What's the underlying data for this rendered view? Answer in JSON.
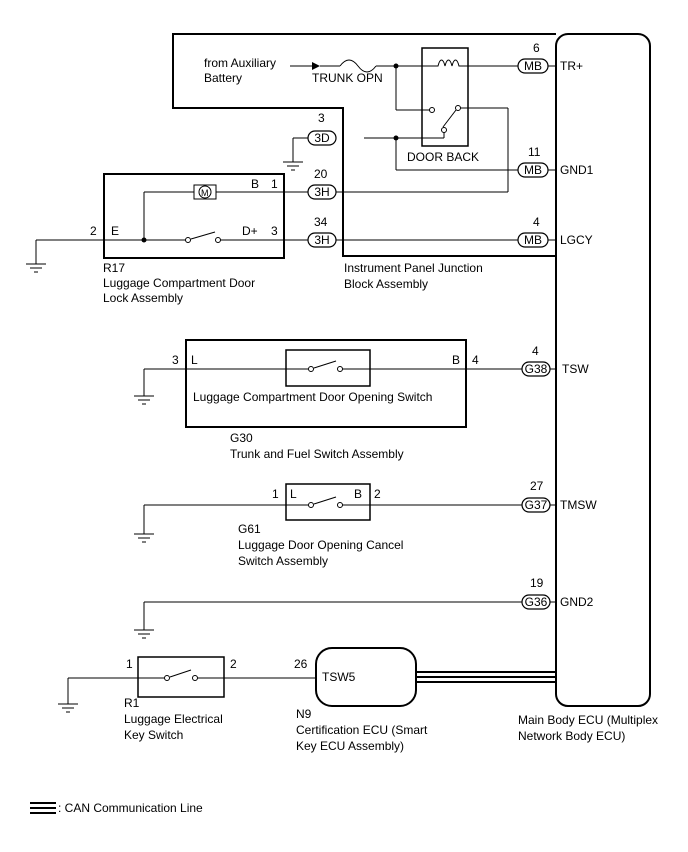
{
  "source": {
    "line1": "from Auxiliary",
    "line2": "Battery"
  },
  "fuse": "TRUNK OPN",
  "relay": "DOOR BACK",
  "ij": {
    "name1": "Instrument Panel Junction",
    "name2": "Block Assembly",
    "pins": {
      "p3": "3",
      "p20": "20",
      "p34": "34"
    },
    "connectors": {
      "c3d": "3D",
      "c3h_a": "3H",
      "c3h_b": "3H"
    }
  },
  "r17": {
    "id": "R17",
    "name1": "Luggage Compartment Door",
    "name2": "Lock Assembly",
    "pins": {
      "b": "B",
      "p1": "1",
      "e": "E",
      "p2": "2",
      "dplus": "D+",
      "p3": "3"
    }
  },
  "g30": {
    "id": "G30",
    "name1": "Trunk and Fuel Switch Assembly",
    "switch_label": "Luggage Compartment Door Opening Switch",
    "pins": {
      "p3": "3",
      "l": "L",
      "b": "B",
      "p4": "4"
    }
  },
  "g61": {
    "id": "G61",
    "name1": "Luggage Door Opening Cancel",
    "name2": "Switch Assembly",
    "pins": {
      "p1": "1",
      "l": "L",
      "b": "B",
      "p2": "2"
    }
  },
  "r1": {
    "id": "R1",
    "name1": "Luggage Electrical",
    "name2": "Key Switch",
    "pins": {
      "p1": "1",
      "p2": "2"
    }
  },
  "n9": {
    "id": "N9",
    "name1": "Certification ECU (Smart",
    "name2": "Key ECU Assembly)",
    "terminal": "TSW5",
    "pin": "26"
  },
  "ecu": {
    "name1": "Main Body ECU (Multiplex",
    "name2": "Network Body ECU)",
    "terminals": [
      {
        "pin": "6",
        "conn": "MB",
        "label": "TR+"
      },
      {
        "pin": "11",
        "conn": "MB",
        "label": "GND1"
      },
      {
        "pin": "4",
        "conn": "MB",
        "label": "LGCY"
      },
      {
        "pin": "4",
        "conn": "G38",
        "label": "TSW"
      },
      {
        "pin": "27",
        "conn": "G37",
        "label": "TMSW"
      },
      {
        "pin": "19",
        "conn": "G36",
        "label": "GND2"
      }
    ]
  },
  "legend": {
    "text": ": CAN Communication Line"
  }
}
